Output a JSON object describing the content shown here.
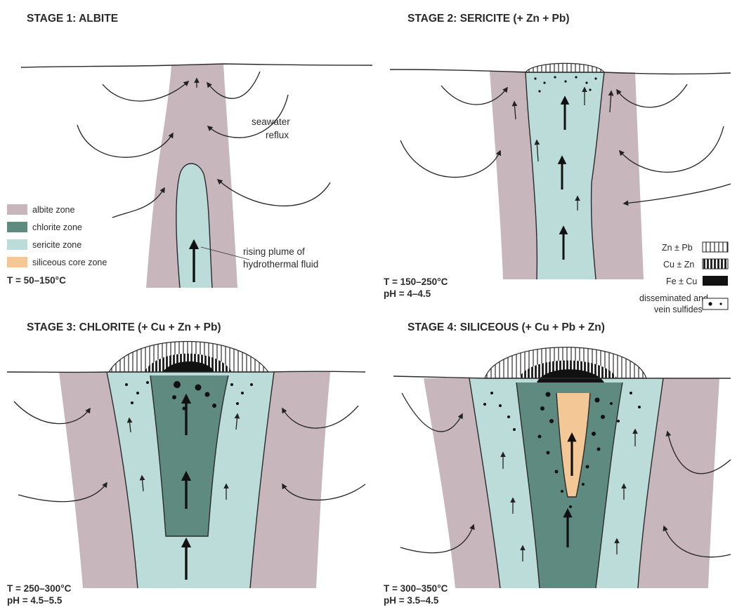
{
  "colors": {
    "albite_zone": "#c7b6bb",
    "chlorite_zone": "#5e8a80",
    "sericite_zone": "#bcdcd9",
    "siliceous_core_zone": "#f4c896",
    "line": "#2a2a2a"
  },
  "stages": [
    {
      "title": "STAGE 1: ALBITE",
      "temperature": "T = 50–150°C",
      "ph": "",
      "annotations": {
        "seawater_line1": "seawater",
        "seawater_line2": "reflux",
        "plume_line1": "rising plume of",
        "plume_line2": "hydrothermal fluid"
      }
    },
    {
      "title": "STAGE 2: SERICITE (+ Zn + Pb)",
      "temperature": "T = 150–250°C",
      "ph": "pH = 4–4.5"
    },
    {
      "title": "STAGE 3: CHLORITE (+ Cu + Zn + Pb)",
      "temperature": "T = 250–300°C",
      "ph": "pH = 4.5–5.5"
    },
    {
      "title": "STAGE 4: SILICEOUS (+ Cu + Pb + Zn)",
      "temperature": "T = 300–350°C",
      "ph": "pH = 3.5–4.5"
    }
  ],
  "zone_legend": [
    {
      "label": "albite zone",
      "color": "#c7b6bb"
    },
    {
      "label": "chlorite zone",
      "color": "#5e8a80"
    },
    {
      "label": "sericite zone",
      "color": "#bcdcd9"
    },
    {
      "label": "siliceous core zone",
      "color": "#f4c896"
    }
  ],
  "sulfide_legend": [
    {
      "label": "Zn ± Pb",
      "pattern": "thin-vertical-hatch"
    },
    {
      "label": "Cu ± Zn",
      "pattern": "thick-vertical-hatch"
    },
    {
      "label": "Fe ± Cu",
      "pattern": "solid-black"
    },
    {
      "label": "disseminated and",
      "label2": "vein sulfides",
      "pattern": "dots"
    }
  ]
}
